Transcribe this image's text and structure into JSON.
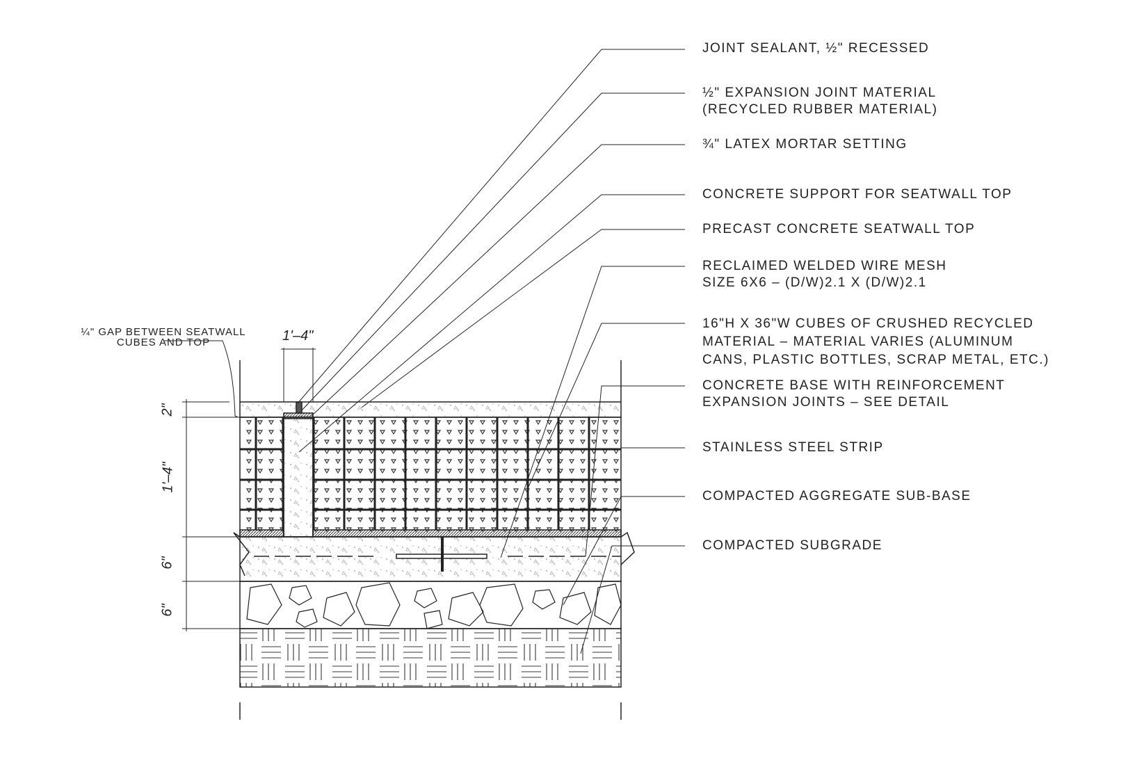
{
  "labels": [
    {
      "line1": "JOINT SEALANT, ½\" RECESSED"
    },
    {
      "line1": "½\" EXPANSION JOINT MATERIAL",
      "line2": "(RECYCLED RUBBER MATERIAL)"
    },
    {
      "line1": "¾\" LATEX MORTAR SETTING"
    },
    {
      "line1": "CONCRETE SUPPORT FOR SEATWALL TOP"
    },
    {
      "line1": "PRECAST CONCRETE SEATWALL TOP"
    },
    {
      "line1": "RECLAIMED WELDED WIRE MESH",
      "line2": "SIZE 6X6 – (D/W)2.1 X (D/W)2.1"
    },
    {
      "line1": "16\"H X 36\"W CUBES OF CRUSHED RECYCLED",
      "line2": "MATERIAL – MATERIAL VARIES (ALUMINUM",
      "line3": "CANS, PLASTIC BOTTLES, SCRAP METAL, ETC.)"
    },
    {
      "line1": "CONCRETE BASE WITH REINFORCEMENT",
      "line2": "EXPANSION JOINTS – SEE DETAIL"
    },
    {
      "line1": "STAINLESS STEEL STRIP"
    },
    {
      "line1": "COMPACTED AGGREGATE SUB-BASE"
    },
    {
      "line1": "COMPACTED SUBGRADE"
    }
  ],
  "gap_note": {
    "line1": "¼\" GAP BETWEEN SEATWALL",
    "line2": "CUBES AND TOP"
  },
  "dimensions": {
    "top_width": "1'–4\"",
    "d_top": "2\"",
    "d_cubes": "1'–4\"",
    "d_base": "6\"",
    "d_subbase": "6\""
  }
}
